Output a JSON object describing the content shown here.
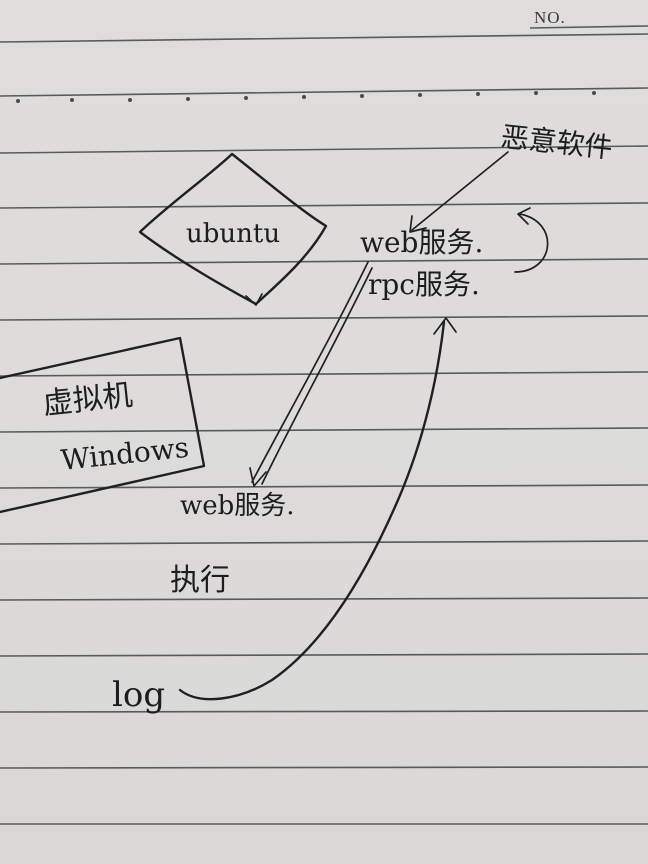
{
  "header": {
    "no_label": "NO."
  },
  "notes": {
    "ubuntu": "ubuntu",
    "vm_title": "虚拟机",
    "windows": "Windows",
    "web_service_top": "web服务.",
    "rpc_service": "rpc服务.",
    "malicious_software": "恶意软件",
    "web_service_bottom": "web服务.",
    "execute": "执行",
    "log": "log"
  }
}
